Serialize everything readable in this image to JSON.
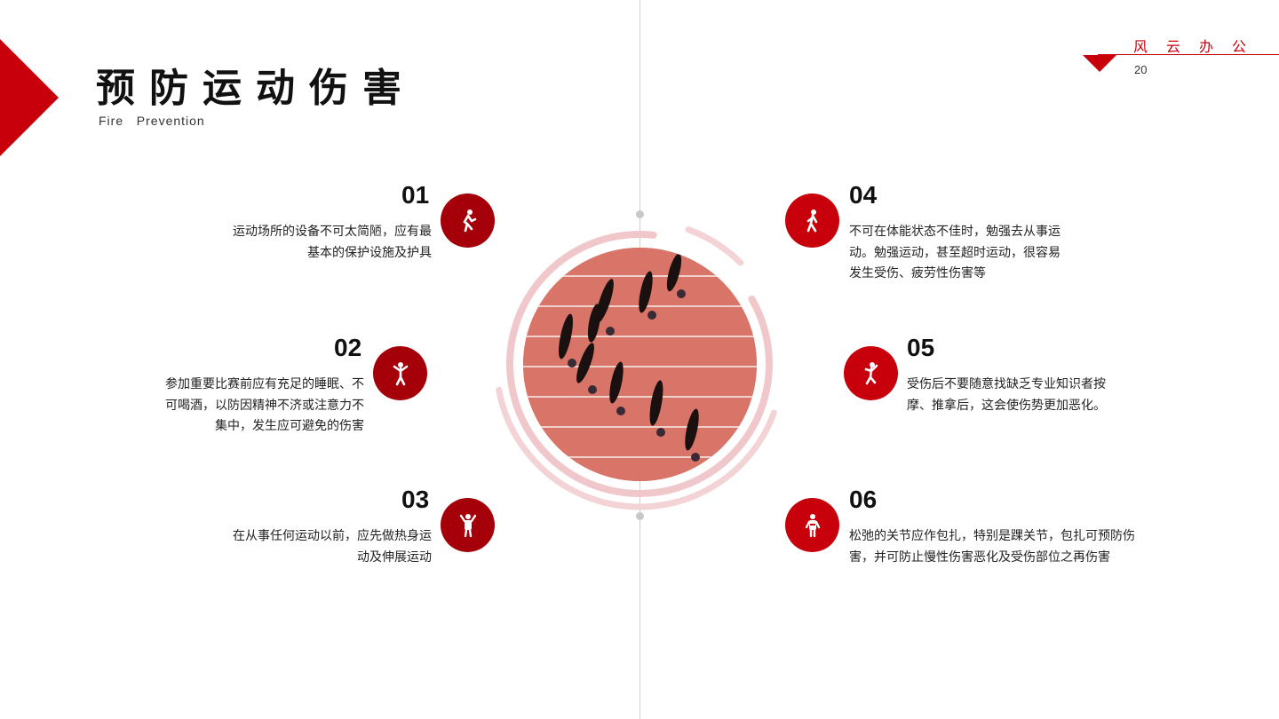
{
  "header": {
    "title": "预防运动伤害",
    "subtitle": "Fire   Prevention",
    "brand": "风云办公",
    "page_number": "20"
  },
  "items": [
    {
      "number": "01",
      "text": "运动场所的设备不可太简陋，应有最基本的保护设施及护具",
      "icon": "person-running-icon"
    },
    {
      "number": "02",
      "text": "参加重要比赛前应有充足的睡眠、不可喝酒，以防因精神不济或注意力不集中，发生应可避免的伤害",
      "icon": "person-arms-up-icon"
    },
    {
      "number": "03",
      "text": "在从事任何运动以前，应先做热身运动及伸展运动",
      "icon": "person-stretching-icon"
    },
    {
      "number": "04",
      "text": "不可在体能状态不佳时，勉强去从事运动。勉强运动，甚至超时运动，很容易发生受伤、疲劳性伤害等",
      "icon": "person-walking-icon"
    },
    {
      "number": "05",
      "text": "受伤后不要随意找缺乏专业知识者按摩、推拿后，这会使伤势更加恶化。",
      "icon": "person-jumping-icon"
    },
    {
      "number": "06",
      "text": "松弛的关节应作包扎，特别是踝关节，包扎可预防伤害，并可防止慢性伤害恶化及受伤部位之再伤害",
      "icon": "person-bandaged-icon"
    }
  ],
  "colors": {
    "accent": "#c7000b",
    "accent_dark": "#a5000a",
    "ring": "#f0c8cb",
    "track": "#d97568"
  }
}
